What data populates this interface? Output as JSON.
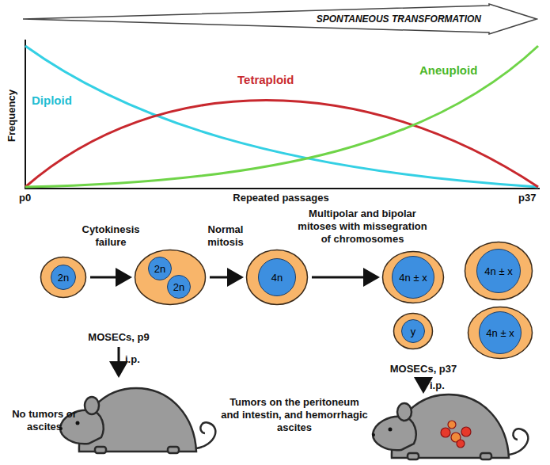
{
  "diagram": {
    "nodes": [
      {
        "text": [
          "SPONTANEOUS TRANSFORMATION"
        ]
      },
      {
        "text": [
          "2n"
        ]
      },
      {
        "text": [
          "2n",
          "2n"
        ]
      },
      {
        "text": [
          "4n"
        ]
      },
      {
        "text": [
          "4n ± x"
        ]
      },
      {
        "text": [
          "4n ± x"
        ]
      },
      {
        "text": [
          "y"
        ]
      },
      {
        "text": [
          "4n ± x"
        ]
      }
    ],
    "edges": [
      {
        "from": 1,
        "to": 2,
        "arrow": "to",
        "label": "Cytokinesis failure"
      },
      {
        "from": 2,
        "to": 3,
        "arrow": "to",
        "label": "Normal mitosis"
      },
      {
        "from": 3,
        "to": 4,
        "arrow": "to",
        "label": "Multipolar and bipolar mitoses with missegration of chromosomes"
      }
    ],
    "labels": [
      "Frequency",
      "Diploid",
      "Tetraploid",
      "Aneuploid",
      "p0",
      "Repeated passages",
      "p37",
      "MOSECs, p9",
      "i.p.",
      "No tumors or ascites",
      "MOSECs, p37",
      "i.p.",
      "Tumors on the peritoneum and intestin, and hemorrhagic ascites"
    ]
  }
}
